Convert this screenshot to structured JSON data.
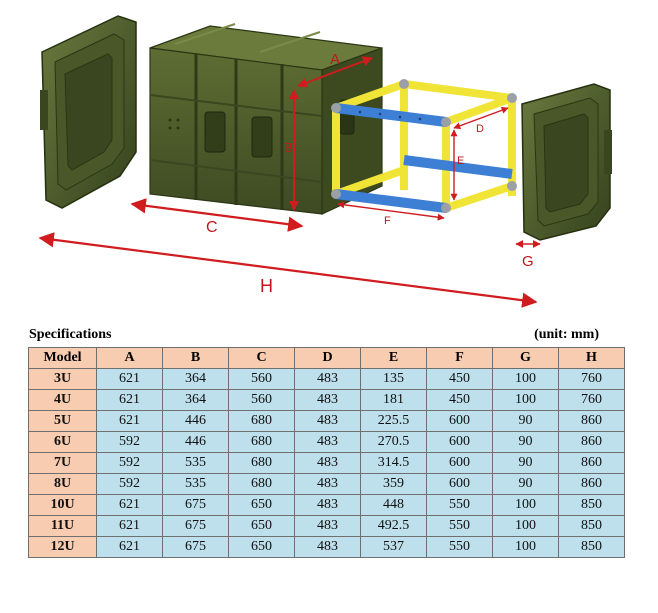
{
  "figure": {
    "dimension_labels": {
      "A": "A",
      "B": "B",
      "C": "C",
      "D": "D",
      "E": "E",
      "F": "F",
      "G": "G",
      "H": "H"
    },
    "colors": {
      "case_body": "#4e5b2e",
      "case_dark": "#2f3a1b",
      "frame_yellow": "#f0e437",
      "frame_blue": "#3e7fd6",
      "dimension_red": "#d01c1f"
    }
  },
  "specifications": {
    "title": "Specifications",
    "unit": "(unit: mm)",
    "columns": [
      "Model",
      "A",
      "B",
      "C",
      "D",
      "E",
      "F",
      "G",
      "H"
    ],
    "rows": [
      [
        "3U",
        "621",
        "364",
        "560",
        "483",
        "135",
        "450",
        "100",
        "760"
      ],
      [
        "4U",
        "621",
        "364",
        "560",
        "483",
        "181",
        "450",
        "100",
        "760"
      ],
      [
        "5U",
        "621",
        "446",
        "680",
        "483",
        "225.5",
        "600",
        "90",
        "860"
      ],
      [
        "6U",
        "592",
        "446",
        "680",
        "483",
        "270.5",
        "600",
        "90",
        "860"
      ],
      [
        "7U",
        "592",
        "535",
        "680",
        "483",
        "314.5",
        "600",
        "90",
        "860"
      ],
      [
        "8U",
        "592",
        "535",
        "680",
        "483",
        "359",
        "600",
        "90",
        "860"
      ],
      [
        "10U",
        "621",
        "675",
        "650",
        "483",
        "448",
        "550",
        "100",
        "850"
      ],
      [
        "11U",
        "621",
        "675",
        "650",
        "483",
        "492.5",
        "550",
        "100",
        "850"
      ],
      [
        "12U",
        "621",
        "675",
        "650",
        "483",
        "537",
        "550",
        "100",
        "850"
      ]
    ]
  }
}
